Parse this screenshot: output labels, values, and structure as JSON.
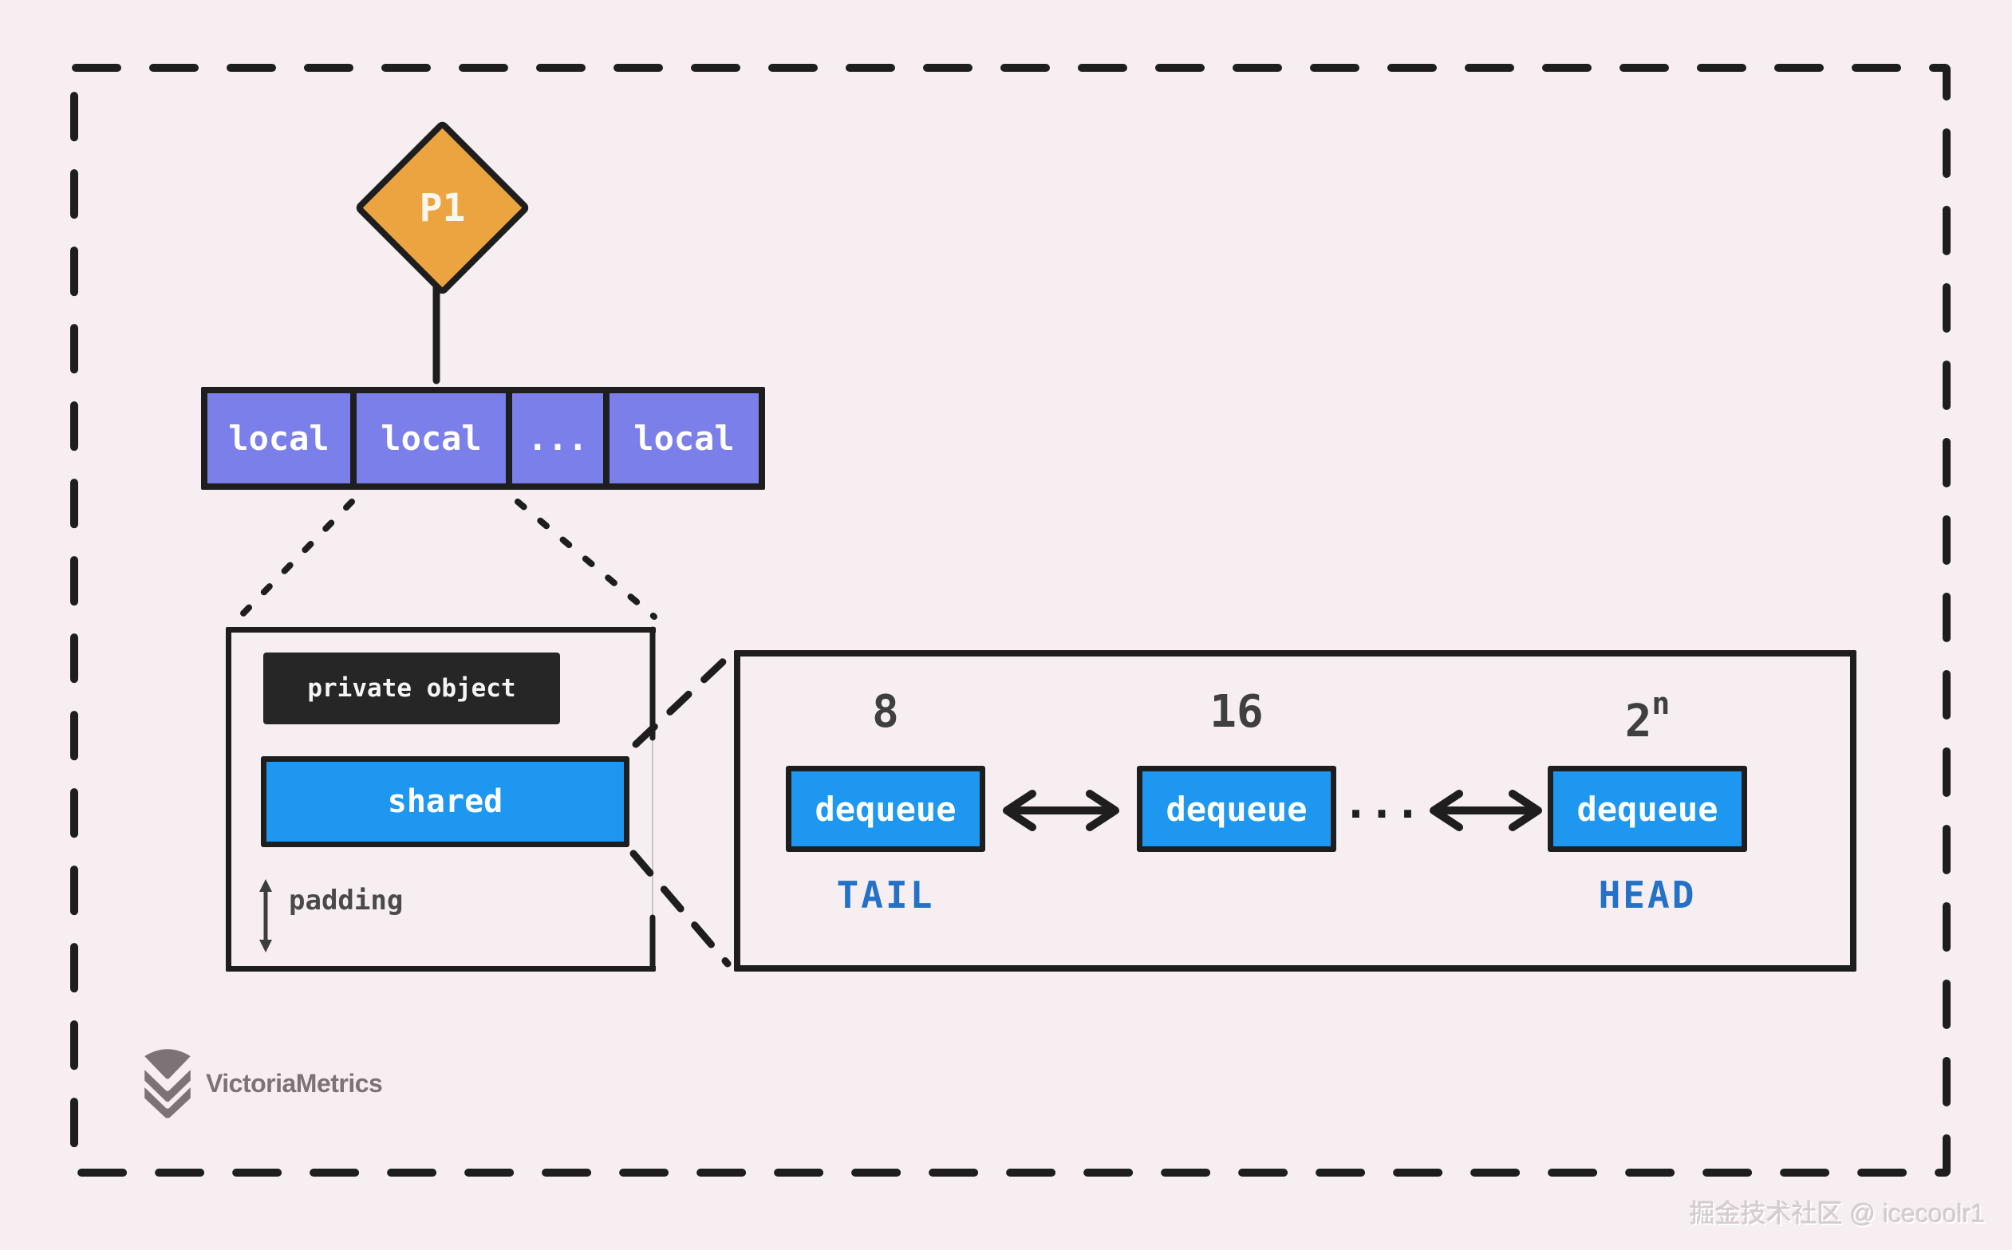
{
  "processor": {
    "label": "P1"
  },
  "local_array": {
    "cells": [
      {
        "label": "local"
      },
      {
        "label": "local"
      },
      {
        "label": "..."
      },
      {
        "label": "local"
      }
    ]
  },
  "pool_detail": {
    "private_label": "private object",
    "shared_label": "shared",
    "padding_label": "padding"
  },
  "dequeue_chain": {
    "sizes": {
      "first": "8",
      "second": "16",
      "last_base": "2",
      "last_exp": "n"
    },
    "boxes": [
      {
        "label": "dequeue"
      },
      {
        "label": "dequeue"
      },
      {
        "label": "dequeue"
      }
    ],
    "ellipsis": "...",
    "tail_label": "TAIL",
    "head_label": "HEAD"
  },
  "branding": {
    "name": "VictoriaMetrics"
  },
  "watermark": {
    "text": "掘金技术社区 @ icecoolr1"
  },
  "colors": {
    "background": "#F6EEF1",
    "ink": "#1E1E1E",
    "processor_orange": "#EBA440",
    "local_purple": "#7B7FE9",
    "shared_blue": "#1E97F0",
    "private_black": "#262626",
    "tag_blue": "#2471C8",
    "brand_gray": "#7D7276"
  }
}
